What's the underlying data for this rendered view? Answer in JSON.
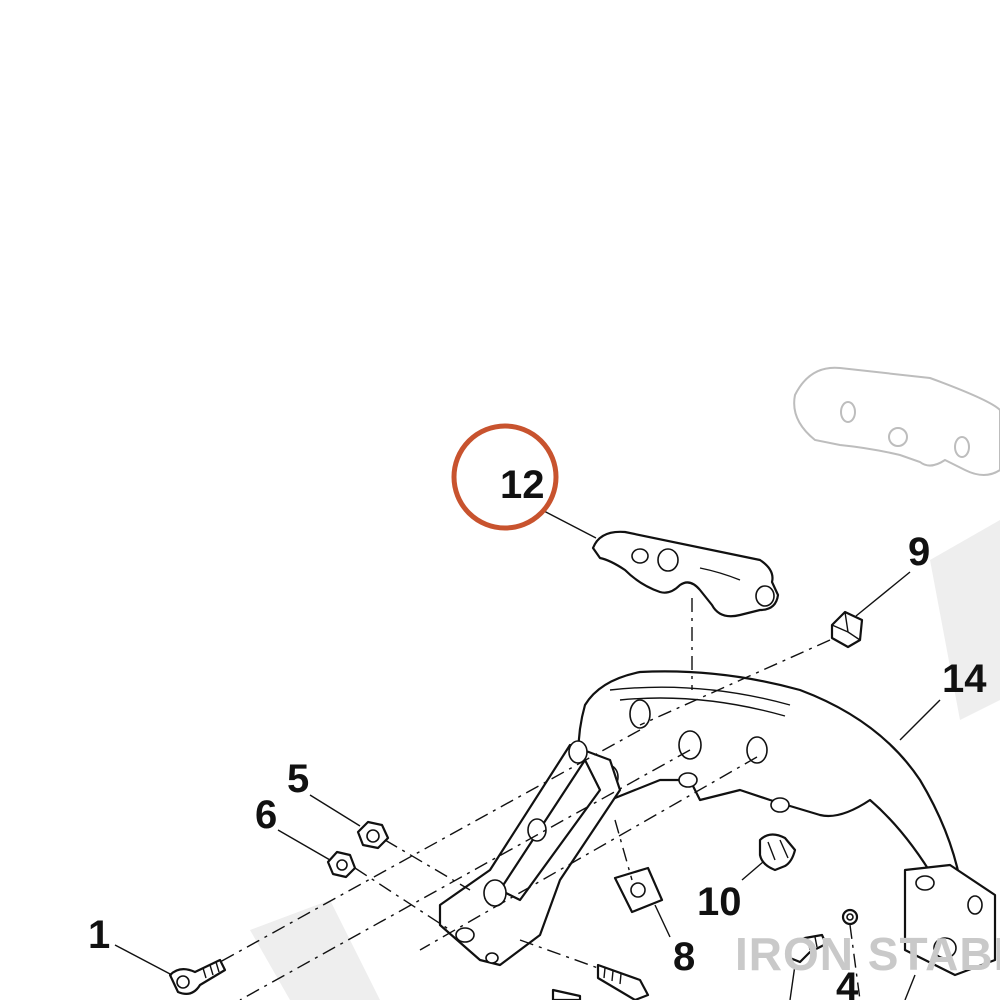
{
  "diagram": {
    "callouts": [
      {
        "id": "1",
        "text": "1"
      },
      {
        "id": "4",
        "text": "4"
      },
      {
        "id": "5",
        "text": "5"
      },
      {
        "id": "6",
        "text": "6"
      },
      {
        "id": "8",
        "text": "8"
      },
      {
        "id": "9",
        "text": "9"
      },
      {
        "id": "10",
        "text": "10"
      },
      {
        "id": "12",
        "text": "12"
      },
      {
        "id": "14",
        "text": "14"
      }
    ],
    "highlight": {
      "callout": "12",
      "color": "#c8532e"
    },
    "watermark": "IRON STABLE"
  },
  "colors": {
    "line": "#111111",
    "ghost": "#bdbdbd",
    "watermark": "#c9c9c9",
    "background": "#ffffff"
  }
}
